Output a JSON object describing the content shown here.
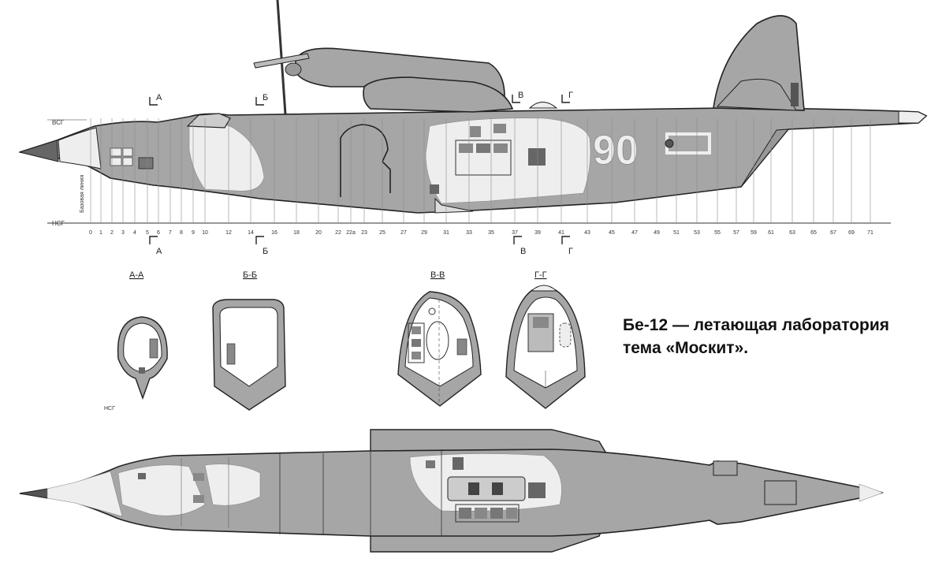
{
  "caption": {
    "line1": "Бе-12 — летающая лаборатория",
    "line2": "тема «Москит»."
  },
  "refs": {
    "top": "ВСГ",
    "bottom": "НСГ",
    "baseline": "Базовая линия",
    "section_bottom": "НСГ"
  },
  "aircraft": {
    "number": "90"
  },
  "frames": [
    "0",
    "1",
    "2",
    "3",
    "4",
    "5",
    "6",
    "7",
    "8",
    "9",
    "10",
    "12",
    "14",
    "16",
    "18",
    "20",
    "22",
    "22а",
    "23",
    "25",
    "27",
    "29",
    "31",
    "33",
    "35",
    "37",
    "39",
    "41",
    "43",
    "45",
    "47",
    "49",
    "51",
    "53",
    "55",
    "57",
    "59",
    "61",
    "63",
    "65",
    "67",
    "69",
    "71"
  ],
  "cut_marks": [
    "А",
    "Б",
    "В",
    "Г"
  ],
  "sections": [
    "А-А",
    "Б-Б",
    "В-В",
    "Г-Г"
  ],
  "colors": {
    "camo_gray": "#a6a6a6",
    "camo_light": "#eeeeee",
    "outline": "#222222",
    "dark_panel": "#555555"
  }
}
